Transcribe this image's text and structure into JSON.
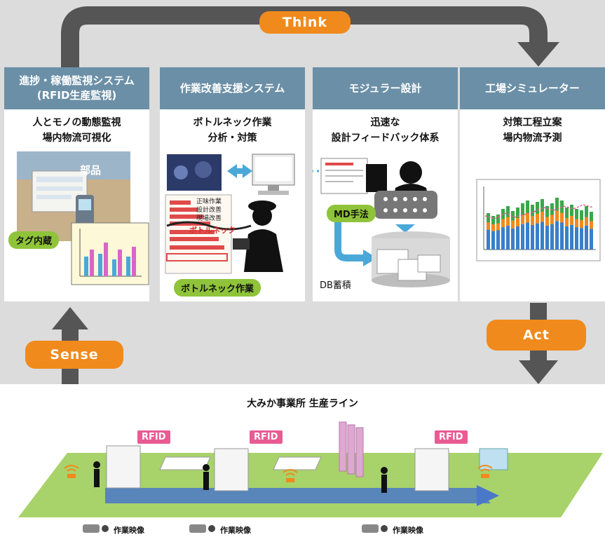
{
  "cycle": {
    "think_label": "Think",
    "sense_label": "Sense",
    "act_label": "Act"
  },
  "panels": [
    {
      "title": "進捗・稼働監視システム\n(RFID生産監視)",
      "subtitle": "人とモノの動態監視\n場内物流可視化",
      "photo_label": "部品",
      "callout": "タグ内蔵"
    },
    {
      "title": "作業改善支援システム",
      "subtitle": "ボトルネック作業\n分析・対策",
      "chart_label": "ボトルネック",
      "legend": [
        "正味作業",
        "設計改善",
        "現場改善"
      ],
      "callout": "ボトルネック作業"
    },
    {
      "title": "モジュラー設計",
      "subtitle": "迅速な\n設計フィードバック体系",
      "callout": "MD手法",
      "db_label": "DB蓄積"
    },
    {
      "title": "工場シミュレーター",
      "subtitle": "対策工程立案\n場内物流予測"
    }
  ],
  "factory": {
    "title": "大みか事業所 生産ライン",
    "rfid_label": "RFID",
    "camera_label": "作業映像"
  },
  "colors": {
    "accent_orange": "#f08a1c",
    "panel_header": "#6b8fa6",
    "arrow_gray": "#555555",
    "callout_green": "#8fc43a",
    "rfid_pink": "#e85b93",
    "floor_green": "#a8d26a"
  }
}
